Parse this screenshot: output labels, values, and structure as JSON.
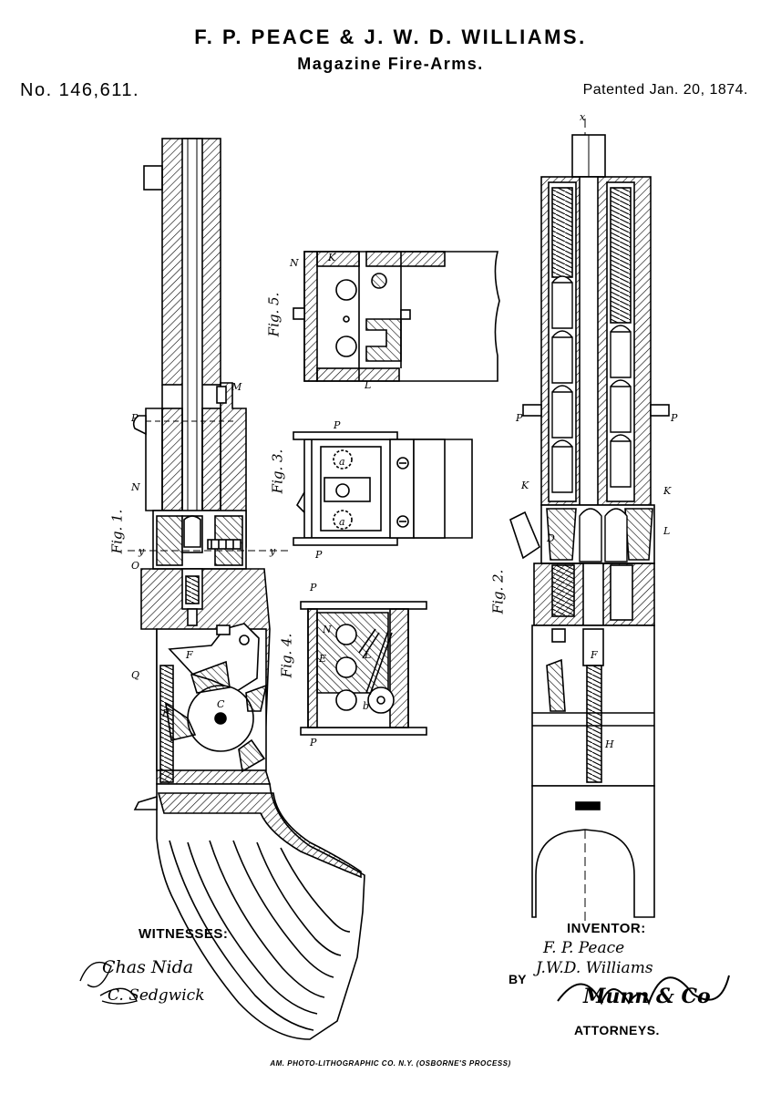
{
  "header": {
    "title": "F. P. PEACE & J. W. D. WILLIAMS.",
    "subtitle": "Magazine Fire-Arms.",
    "patent_number": "No. 146,611.",
    "patent_date": "Patented Jan. 20, 1874."
  },
  "figures": {
    "fig1": "Fig. 1.",
    "fig2": "Fig. 2.",
    "fig3": "Fig. 3.",
    "fig4": "Fig. 4.",
    "fig5": "Fig. 5."
  },
  "labels": {
    "P": "P",
    "N": "N",
    "O": "O",
    "Q": "Q",
    "R": "R",
    "M": "M",
    "K": "K",
    "L": "L",
    "E": "E",
    "F": "F",
    "C": "C",
    "D": "D",
    "H": "H",
    "I": "I",
    "y": "y",
    "x": "x",
    "a": "a",
    "b": "b"
  },
  "signatures": {
    "witnesses_label": "WITNESSES:",
    "witness_1": "Chas Nida",
    "witness_2": "C. Sedgwick",
    "inventor_label": "INVENTOR:",
    "inventor_1": "F. P. Peace",
    "inventor_2": "J.W.D. Williams",
    "by_label": "BY",
    "attorney_signature": "Munn & Co",
    "attorneys_label": "ATTORNEYS."
  },
  "footer": {
    "lithographer": "AM. PHOTO-LITHOGRAPHIC CO. N.Y. (OSBORNE'S PROCESS)"
  }
}
